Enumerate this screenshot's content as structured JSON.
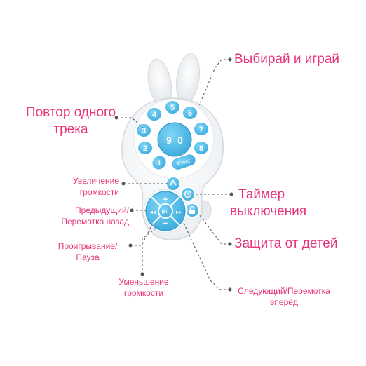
{
  "labels": {
    "select_play": "Выбирай и играй",
    "repeat_line1": "Повтор одного",
    "repeat_line2": "трека",
    "vol_up_line1": "Увеличение",
    "vol_up_line2": "громкости",
    "prev_line1": "Предыдущий/",
    "prev_line2": "Перемотка назад",
    "play_line1": "Проигрывание/",
    "play_line2": "Пауза",
    "vol_down_line1": "Уменьшение",
    "vol_down_line2": "громкости",
    "timer_line1": "Таймер",
    "timer_line2": "выключения",
    "child_lock": "Защита от детей",
    "next_line1": "Следующий/Перемотка",
    "next_line2": "вперёд"
  },
  "keys": {
    "k1": "1",
    "k2": "2",
    "k3": "3",
    "k4": "4",
    "k5": "5",
    "k6": "6",
    "k7": "7",
    "k8": "8",
    "k9": "9",
    "k0": "0",
    "enter": "Enter",
    "vol_up": "+",
    "vol_down": "−",
    "prev": "◂◂",
    "play": "▶II",
    "next": "▸▸"
  },
  "colors": {
    "accent_text": "#e8337a",
    "key_blue": "#5bc4ee",
    "body_white": "#f4f6f8",
    "leader_line": "#555555"
  },
  "icons": [
    "repeat-icon",
    "timer-icon",
    "lock-icon"
  ]
}
